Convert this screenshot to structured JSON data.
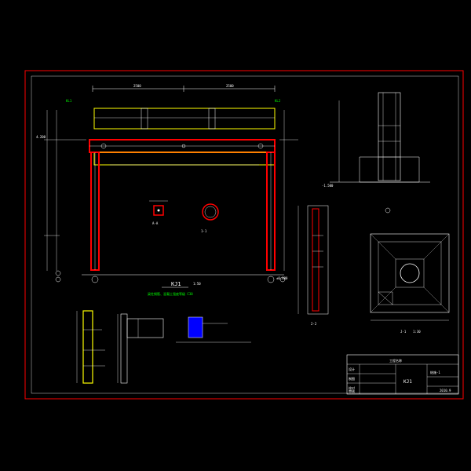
{
  "colors": {
    "background": "#000000",
    "frame_border": "#ff0000",
    "beam_outline": "#ff0000",
    "concrete_outline": "#ffff00",
    "rebar": "#ffffff",
    "dimension": "#ffffff",
    "text_green": "#00ff00",
    "slab_line": "#ff00ff",
    "section_fill": "#0000ff"
  },
  "frame": {
    "title": "KJ1",
    "scale": "1:50",
    "span_left": "2500",
    "span_right": "2500",
    "note": "梁柱钢筋、混凝土强度等级 C30",
    "beam_mark_1": "KL1",
    "beam_mark_2": "KL2"
  },
  "details": {
    "section_a_label": "A-A",
    "section_b_label": "1-1",
    "section_2_label": "2-2",
    "foundation_label": "J-1",
    "foundation_scale": "1:30",
    "elevation_1": "4.200",
    "elevation_2": "-1.500",
    "elevation_3": "±0.000"
  },
  "title_block": {
    "project": "工程名称",
    "drawing_no": "结施-1",
    "drawing_name": "KJ1",
    "date": "2010.9",
    "rows": [
      "设计",
      "制图",
      "校对",
      "审核"
    ]
  }
}
